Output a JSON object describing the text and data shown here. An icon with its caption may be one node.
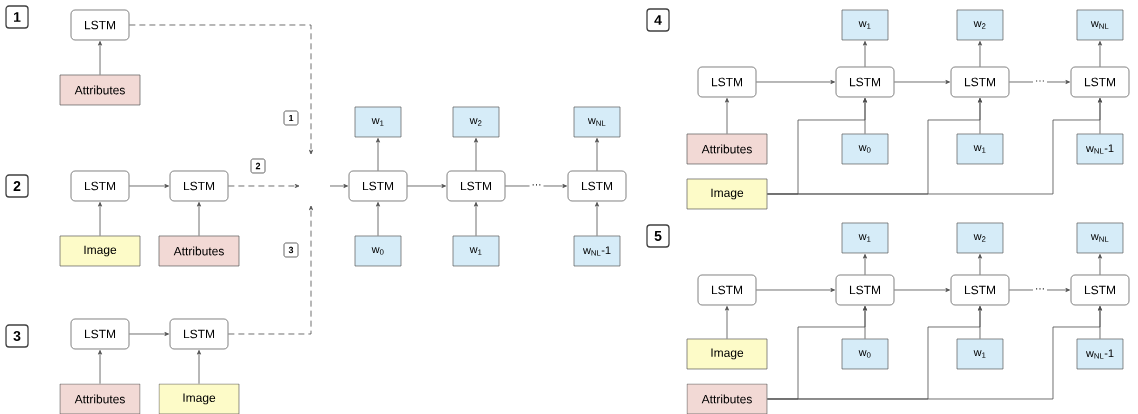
{
  "diagram": {
    "nodes": [
      {
        "text": [
          "1"
        ]
      },
      {
        "text": [
          "LSTM"
        ]
      },
      {
        "text": [
          "Attributes"
        ]
      },
      {
        "text": [
          "2"
        ]
      },
      {
        "text": [
          "LSTM"
        ]
      },
      {
        "text": [
          "LSTM"
        ]
      },
      {
        "text": [
          "Image"
        ]
      },
      {
        "text": [
          "Attributes"
        ]
      },
      {
        "text": [
          "3"
        ]
      },
      {
        "text": [
          "LSTM"
        ]
      },
      {
        "text": [
          "LSTM"
        ]
      },
      {
        "text": [
          "Attributes"
        ]
      },
      {
        "text": [
          "Image"
        ]
      },
      {
        "text": [
          "1"
        ]
      },
      {
        "text": [
          "2"
        ]
      },
      {
        "text": [
          "3"
        ]
      },
      {
        "text": [
          "w$_{1}$"
        ]
      },
      {
        "text": [
          "w$_{2}$"
        ]
      },
      {
        "text": [
          "w$_{NL}$"
        ]
      },
      {
        "text": [
          "LSTM"
        ]
      },
      {
        "text": [
          "LSTM"
        ]
      },
      {
        "text": [
          "LSTM"
        ]
      },
      {
        "text": [
          "w$_{0}$"
        ]
      },
      {
        "text": [
          "w$_{1}$"
        ]
      },
      {
        "text": [
          "w$_{NL}$-1"
        ]
      },
      {
        "text": [
          "4"
        ]
      },
      {
        "text": [
          "w$_{1}$"
        ]
      },
      {
        "text": [
          "w$_{2}$"
        ]
      },
      {
        "text": [
          "w$_{NL}$"
        ]
      },
      {
        "text": [
          "LSTM"
        ]
      },
      {
        "text": [
          "LSTM"
        ]
      },
      {
        "text": [
          "LSTM"
        ]
      },
      {
        "text": [
          "LSTM"
        ]
      },
      {
        "text": [
          "Attributes"
        ]
      },
      {
        "text": [
          "w$_{0}$"
        ]
      },
      {
        "text": [
          "w$_{1}$"
        ]
      },
      {
        "text": [
          "w$_{NL}$-1"
        ]
      },
      {
        "text": [
          "Image"
        ]
      },
      {
        "text": [
          "5"
        ]
      },
      {
        "text": [
          "w$_{1}$"
        ]
      },
      {
        "text": [
          "w$_{2}$"
        ]
      },
      {
        "text": [
          "w$_{NL}$"
        ]
      },
      {
        "text": [
          "LSTM"
        ]
      },
      {
        "text": [
          "LSTM"
        ]
      },
      {
        "text": [
          "LSTM"
        ]
      },
      {
        "text": [
          "LSTM"
        ]
      },
      {
        "text": [
          "Image"
        ]
      },
      {
        "text": [
          "w$_{0}$"
        ]
      },
      {
        "text": [
          "w$_{1}$"
        ]
      },
      {
        "text": [
          "w$_{NL}$-1"
        ]
      },
      {
        "text": [
          "Attributes"
        ]
      }
    ],
    "edges": [
      {
        "from": 2,
        "to": 1,
        "arrow": "to"
      },
      {
        "from": 1,
        "to": null,
        "arrow": "to",
        "style": "dashed"
      },
      {
        "from": 4,
        "to": 5,
        "arrow": "to"
      },
      {
        "from": 6,
        "to": 4,
        "arrow": "to"
      },
      {
        "from": 7,
        "to": 5,
        "arrow": "to"
      },
      {
        "from": 5,
        "to": null,
        "arrow": "to",
        "style": "dashed"
      },
      {
        "from": 9,
        "to": 10,
        "arrow": "to"
      },
      {
        "from": 11,
        "to": 9,
        "arrow": "to"
      },
      {
        "from": 12,
        "to": 10,
        "arrow": "to"
      },
      {
        "from": 10,
        "to": null,
        "arrow": "to",
        "style": "dashed"
      },
      {
        "from": null,
        "to": 19,
        "arrow": "to"
      },
      {
        "from": 22,
        "to": 19,
        "arrow": "to"
      },
      {
        "from": 19,
        "to": 16,
        "arrow": "to"
      },
      {
        "from": 19,
        "to": 20,
        "arrow": "to"
      },
      {
        "from": 23,
        "to": 20,
        "arrow": "to"
      },
      {
        "from": 20,
        "to": 17,
        "arrow": "to"
      },
      {
        "from": 20,
        "to": 21,
        "arrow": "to",
        "label": "···"
      },
      {
        "from": 24,
        "to": 21,
        "arrow": "to"
      },
      {
        "from": 21,
        "to": 18,
        "arrow": "to"
      },
      {
        "from": 33,
        "to": 29,
        "arrow": "to"
      },
      {
        "from": 29,
        "to": 30,
        "arrow": "to"
      },
      {
        "from": 34,
        "to": 30,
        "arrow": "to"
      },
      {
        "from": 30,
        "to": 26,
        "arrow": "to"
      },
      {
        "from": 30,
        "to": 31,
        "arrow": "to"
      },
      {
        "from": 35,
        "to": 31,
        "arrow": "to"
      },
      {
        "from": 31,
        "to": 27,
        "arrow": "to"
      },
      {
        "from": 31,
        "to": 32,
        "arrow": "to",
        "label": "···"
      },
      {
        "from": 36,
        "to": 32,
        "arrow": "to"
      },
      {
        "from": 32,
        "to": 28,
        "arrow": "to"
      },
      {
        "from": 37,
        "to": 30,
        "arrow": "to"
      },
      {
        "from": 37,
        "to": 31,
        "arrow": "to"
      },
      {
        "from": 37,
        "to": 32,
        "arrow": "to"
      },
      {
        "from": 46,
        "to": 42,
        "arrow": "to"
      },
      {
        "from": 42,
        "to": 43,
        "arrow": "to"
      },
      {
        "from": 47,
        "to": 43,
        "arrow": "to"
      },
      {
        "from": 43,
        "to": 39,
        "arrow": "to"
      },
      {
        "from": 43,
        "to": 44,
        "arrow": "to"
      },
      {
        "from": 48,
        "to": 44,
        "arrow": "to"
      },
      {
        "from": 44,
        "to": 40,
        "arrow": "to"
      },
      {
        "from": 44,
        "to": 45,
        "arrow": "to",
        "label": "···"
      },
      {
        "from": 49,
        "to": 45,
        "arrow": "to"
      },
      {
        "from": 45,
        "to": 41,
        "arrow": "to"
      },
      {
        "from": 50,
        "to": 43,
        "arrow": "to"
      },
      {
        "from": 50,
        "to": 44,
        "arrow": "to"
      },
      {
        "from": 50,
        "to": 45,
        "arrow": "to"
      }
    ]
  }
}
